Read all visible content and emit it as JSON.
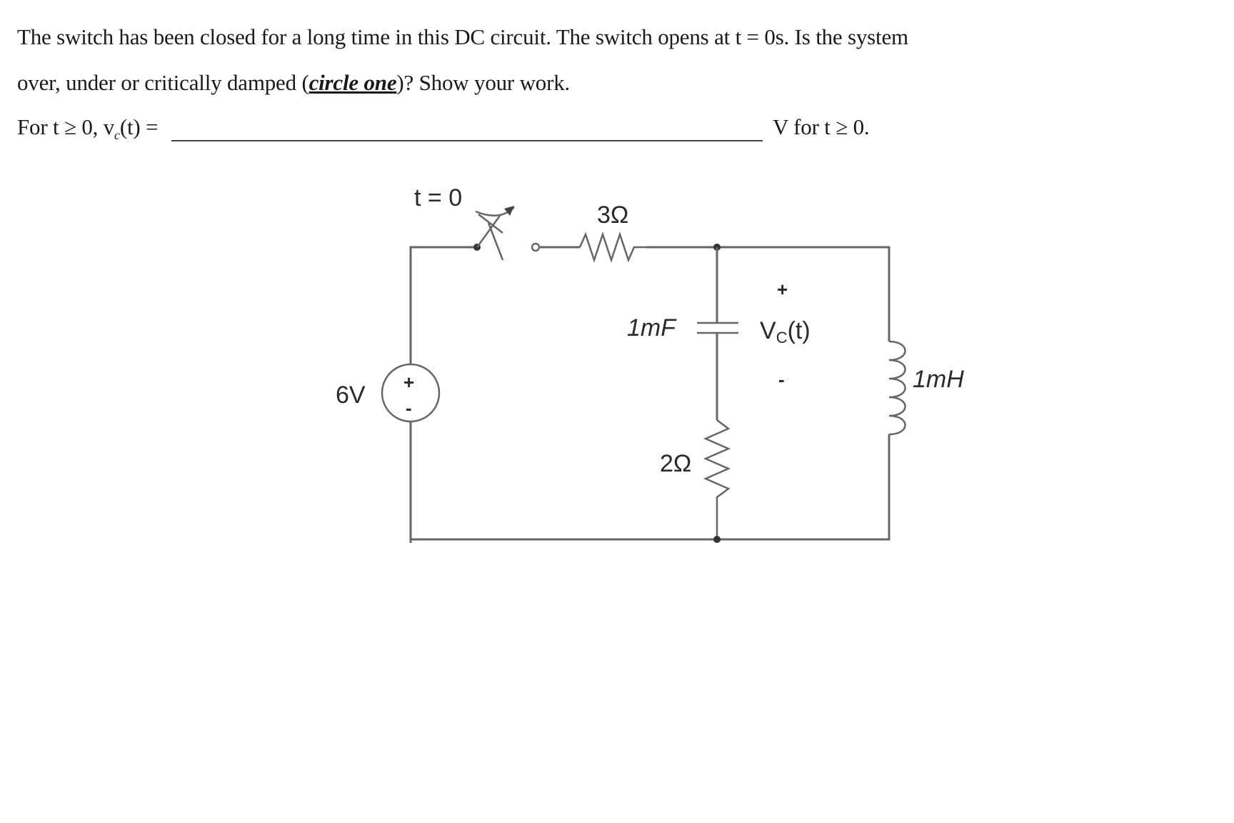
{
  "question": {
    "line1": "The switch has been closed for a long time in this DC circuit.  The switch opens at t = 0s. Is the system",
    "line2_prefix": "over, under or critically damped (",
    "line2_emph": "circle one",
    "line2_suffix": ")? Show your work.",
    "line3_prefix": "For t ≥ 0, v",
    "line3_sub": "c",
    "line3_mid": "(t) =",
    "line3_suffix": "V  for t ≥ 0."
  },
  "circuit": {
    "switch_label": "t = 0",
    "r_series_label": "3Ω",
    "capacitor_label": "1mF",
    "vc_plus": "+",
    "vc_label_main": "V",
    "vc_label_sub": "C",
    "vc_label_tail": "(t)",
    "vc_minus": "-",
    "source_label": "6V",
    "source_plus": "+",
    "source_minus": "-",
    "inductor_label": "1mH",
    "r_shunt_label": "2Ω"
  }
}
